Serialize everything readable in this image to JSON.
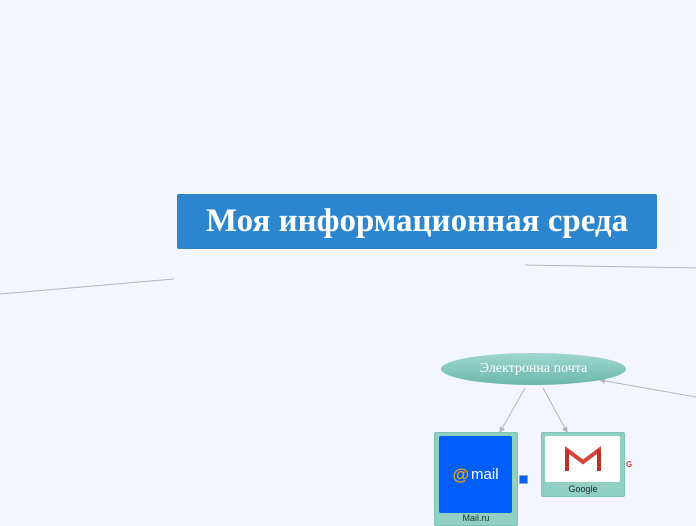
{
  "central_topic": {
    "label": "Моя информационная среда"
  },
  "topics": [
    {
      "label": "Электронна почта",
      "children": [
        {
          "label": "Mail.ru",
          "logo_text": "mail",
          "logo_symbol": "@",
          "icon": "mail-ru-logo"
        },
        {
          "label": "Google",
          "icon": "gmail-logo"
        }
      ]
    }
  ],
  "colors": {
    "background": "#f3f6fe",
    "central_fill": "#2b86cf",
    "topic_fill": "#8fd0c3",
    "mailru_blue": "#005ff9",
    "gmail_red": "#d6453a",
    "connector": "#b3b6bc"
  }
}
